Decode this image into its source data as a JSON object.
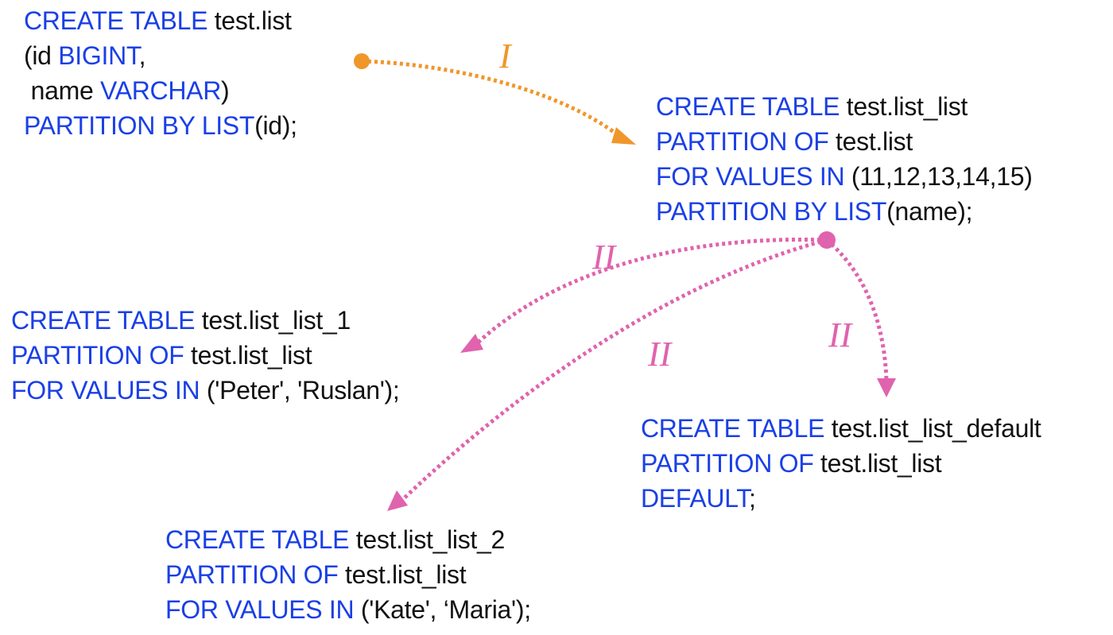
{
  "colors": {
    "keyword": "#1a3fe6",
    "text": "#111111",
    "arrow_level_1": "#f0962a",
    "arrow_level_2": "#e063ad"
  },
  "blocks": {
    "parent": {
      "lines": [
        [
          {
            "t": "CREATE TABLE",
            "k": true
          },
          {
            "t": " test.list",
            "k": false
          }
        ],
        [
          {
            "t": "(id ",
            "k": false
          },
          {
            "t": "BIGINT",
            "k": true
          },
          {
            "t": ",",
            "k": false
          }
        ],
        [
          {
            "t": " name ",
            "k": false
          },
          {
            "t": "VARCHAR",
            "k": true
          },
          {
            "t": ")",
            "k": false
          }
        ],
        [
          {
            "t": "PARTITION BY LIST",
            "k": true
          },
          {
            "t": "(id);",
            "k": false
          }
        ]
      ]
    },
    "list_list": {
      "lines": [
        [
          {
            "t": "CREATE TABLE",
            "k": true
          },
          {
            "t": " test.list_list",
            "k": false
          }
        ],
        [
          {
            "t": "PARTITION OF",
            "k": true
          },
          {
            "t": " test.list",
            "k": false
          }
        ],
        [
          {
            "t": "FOR VALUES IN",
            "k": true
          },
          {
            "t": " (11,12,13,14,15)",
            "k": false
          }
        ],
        [
          {
            "t": "PARTITION BY LIST",
            "k": true
          },
          {
            "t": "(name);",
            "k": false
          }
        ]
      ]
    },
    "list_list_1": {
      "lines": [
        [
          {
            "t": "CREATE TABLE",
            "k": true
          },
          {
            "t": " test.list_list_1",
            "k": false
          }
        ],
        [
          {
            "t": "PARTITION OF",
            "k": true
          },
          {
            "t": " test.list_list",
            "k": false
          }
        ],
        [
          {
            "t": "FOR VALUES IN",
            "k": true
          },
          {
            "t": " ('Peter', 'Ruslan');",
            "k": false
          }
        ]
      ]
    },
    "list_list_default": {
      "lines": [
        [
          {
            "t": "CREATE TABLE",
            "k": true
          },
          {
            "t": " test.list_list_default",
            "k": false
          }
        ],
        [
          {
            "t": "PARTITION OF",
            "k": true
          },
          {
            "t": " test.list_list",
            "k": false
          }
        ],
        [
          {
            "t": "DEFAULT",
            "k": true
          },
          {
            "t": ";",
            "k": false
          }
        ]
      ]
    },
    "list_list_2": {
      "lines": [
        [
          {
            "t": "CREATE TABLE",
            "k": true
          },
          {
            "t": " test.list_list_2",
            "k": false
          }
        ],
        [
          {
            "t": "PARTITION OF",
            "k": true
          },
          {
            "t": " test.list_list",
            "k": false
          }
        ],
        [
          {
            "t": "FOR VALUES IN",
            "k": true
          },
          {
            "t": " ('Kate', ‘Maria');",
            "k": false
          }
        ]
      ]
    }
  },
  "arrow_labels": {
    "level_1": "I",
    "level_2_a": "II",
    "level_2_b": "II",
    "level_2_c": "II"
  }
}
